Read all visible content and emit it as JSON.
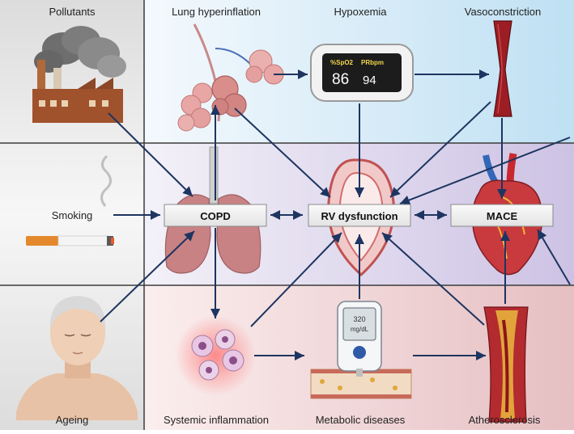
{
  "side_labels": {
    "pollutants": "Pollutants",
    "smoking": "Smoking",
    "ageing": "Ageing"
  },
  "top_labels": {
    "lung_hyperinflation": "Lung hyperinflation",
    "hypoxemia": "Hypoxemia",
    "vasoconstriction": "Vasoconstriction"
  },
  "center_boxes": {
    "copd": "COPD",
    "rv_dysfunction": "RV dysfunction",
    "mace": "MACE"
  },
  "bottom_labels": {
    "systemic_inflammation": "Systemic inflammation",
    "metabolic_diseases": "Metabolic diseases",
    "atherosclerosis": "Atherosclerosis"
  },
  "oximeter": {
    "spo2_label": "%SpO2",
    "pr_label": "PRbpm",
    "spo2_value": "86",
    "pr_value": "94"
  },
  "glucometer": {
    "value": "320",
    "unit": "mg/dL"
  },
  "colors": {
    "arrow": "#1d3560",
    "top_band": "#d6eaf8",
    "middle_band": "#e4ddf0",
    "bottom_band": "#f1d6d6",
    "left_column": "#e8e8e8"
  }
}
